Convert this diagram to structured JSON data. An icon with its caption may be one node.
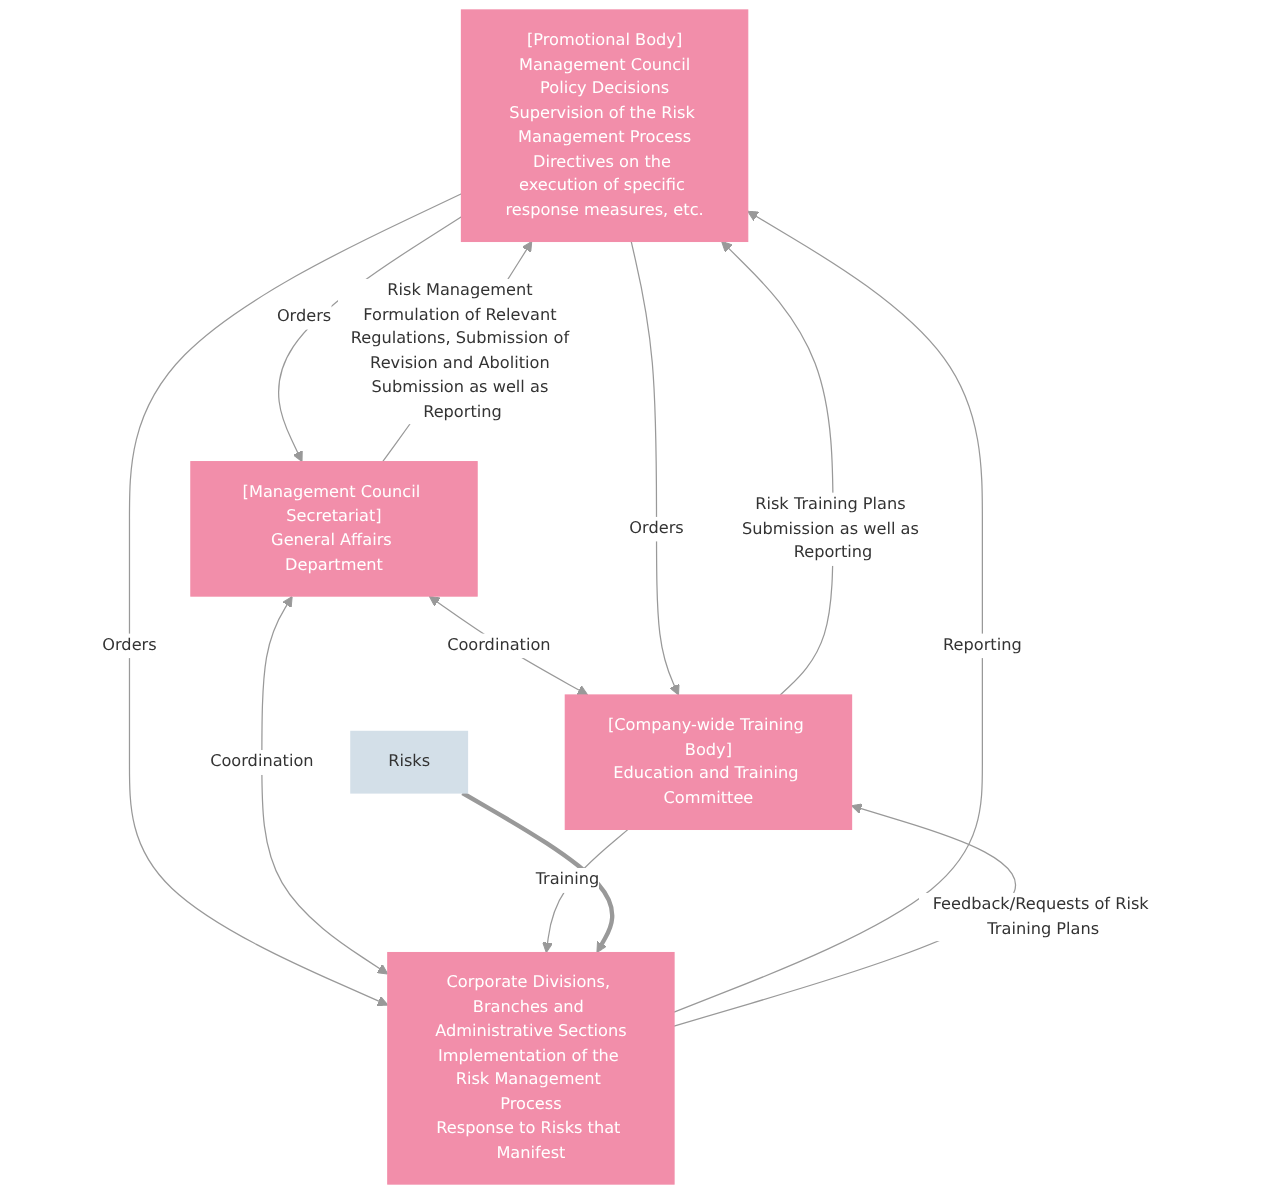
{
  "diagram": {
    "nodes": [
      {
        "text": [
          "[Promotional Body]",
          "Management Council",
          "Policy Decisions",
          "Supervision of the Risk Management Process",
          "Directives on the execution of specific response measures, etc."
        ]
      },
      {
        "text": [
          "[Management Council Secretariat]",
          "General Affairs Department"
        ]
      },
      {
        "text": [
          "[Company-wide Training Body]",
          "Education and Training Committee"
        ]
      },
      {
        "text": [
          "Corporate Divisions, Branches and Administrative Sections",
          "Implementation of the Risk Management Process",
          "Response to Risks that Manifest"
        ]
      },
      {
        "text": [
          "Risks"
        ]
      }
    ],
    "edges": [
      {
        "from": 1,
        "to": 0,
        "arrow": "to",
        "label": "Risk Management Formulation of Relevant Regulations, Submission of Revision and Abolition Submission as well as Reporting"
      },
      {
        "from": 0,
        "to": 1,
        "arrow": "to",
        "label": "Orders"
      },
      {
        "from": 1,
        "to": 2,
        "arrow": "both",
        "label": "Coordination"
      },
      {
        "from": 2,
        "to": 0,
        "arrow": "to",
        "label": "Risk Training Plans Submission as well as Reporting"
      },
      {
        "from": 0,
        "to": 2,
        "arrow": "to",
        "label": "Orders"
      },
      {
        "from": 3,
        "to": 0,
        "arrow": "to",
        "label": "Reporting"
      },
      {
        "from": 0,
        "to": 3,
        "arrow": "to",
        "label": "Orders"
      },
      {
        "from": 1,
        "to": 3,
        "arrow": "both",
        "label": "Coordination"
      },
      {
        "from": 3,
        "to": 2,
        "arrow": "to",
        "label": "Feedback/Requests of Risk Training Plans"
      },
      {
        "from": 2,
        "to": 3,
        "arrow": "to",
        "label": "Training"
      },
      {
        "from": 4,
        "to": 3,
        "arrow": "to",
        "style": "thick"
      }
    ]
  }
}
